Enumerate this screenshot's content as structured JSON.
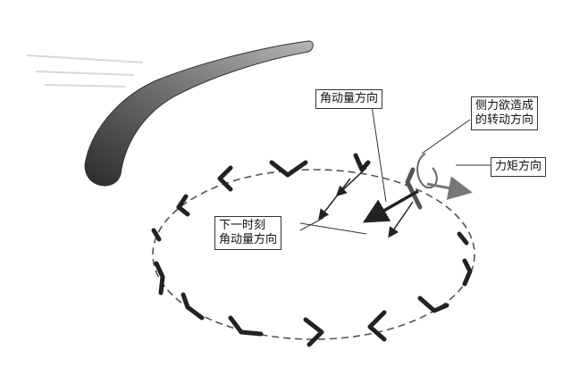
{
  "labels": {
    "angular_momentum": "角动量方向",
    "rotation_top": "侧力欲造成",
    "rotation_bottom": "的转动方向",
    "torque": "力矩方向",
    "next_top": "下一时刻",
    "next_bottom": "角动量方向"
  },
  "colors": {
    "ink": "#222222",
    "path": "#555555",
    "boomerang_dark": "#2a2a2a",
    "boomerang_light": "#9a9a9a"
  }
}
